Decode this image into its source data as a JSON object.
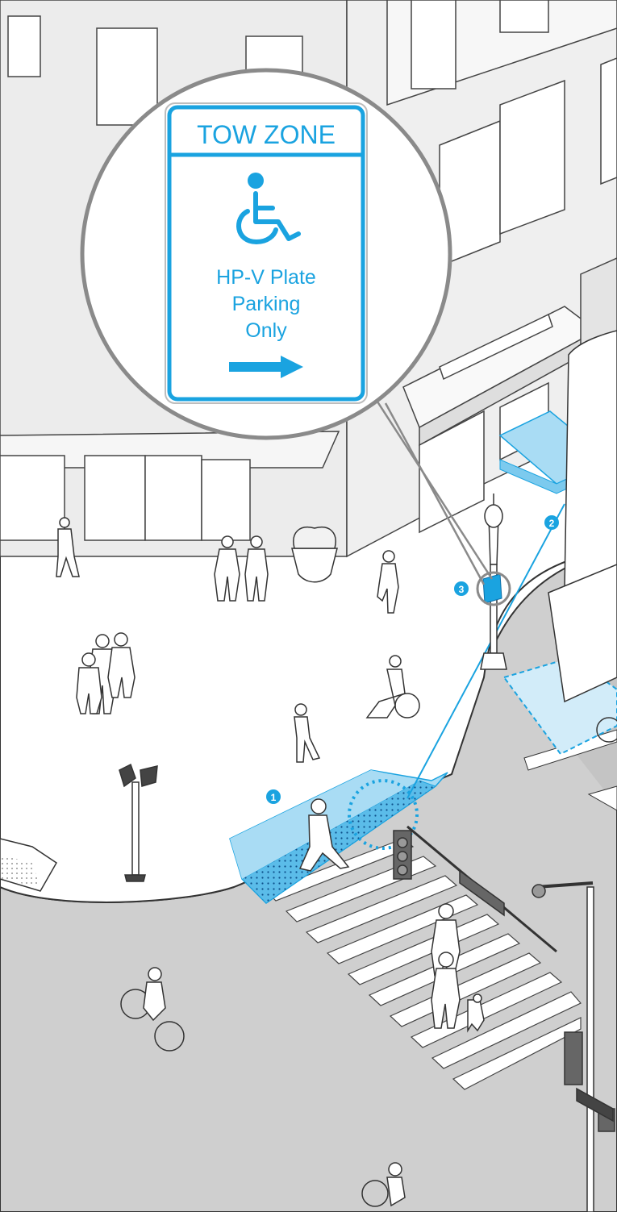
{
  "sign": {
    "header": "TOW ZONE",
    "line1": "HP-V Plate",
    "line2": "Parking",
    "line3": "Only",
    "symbol": "wheelchair-accessible-icon",
    "arrow": "arrow-right-icon"
  },
  "markers": {
    "m1": "1",
    "m2": "2",
    "m3": "3"
  },
  "colors": {
    "accent": "#1aa3e0",
    "accent_fill": "#a9dcf4",
    "street": "#cfcfcf",
    "outline": "#333333",
    "magnifier_ring": "#8a8a8a"
  }
}
